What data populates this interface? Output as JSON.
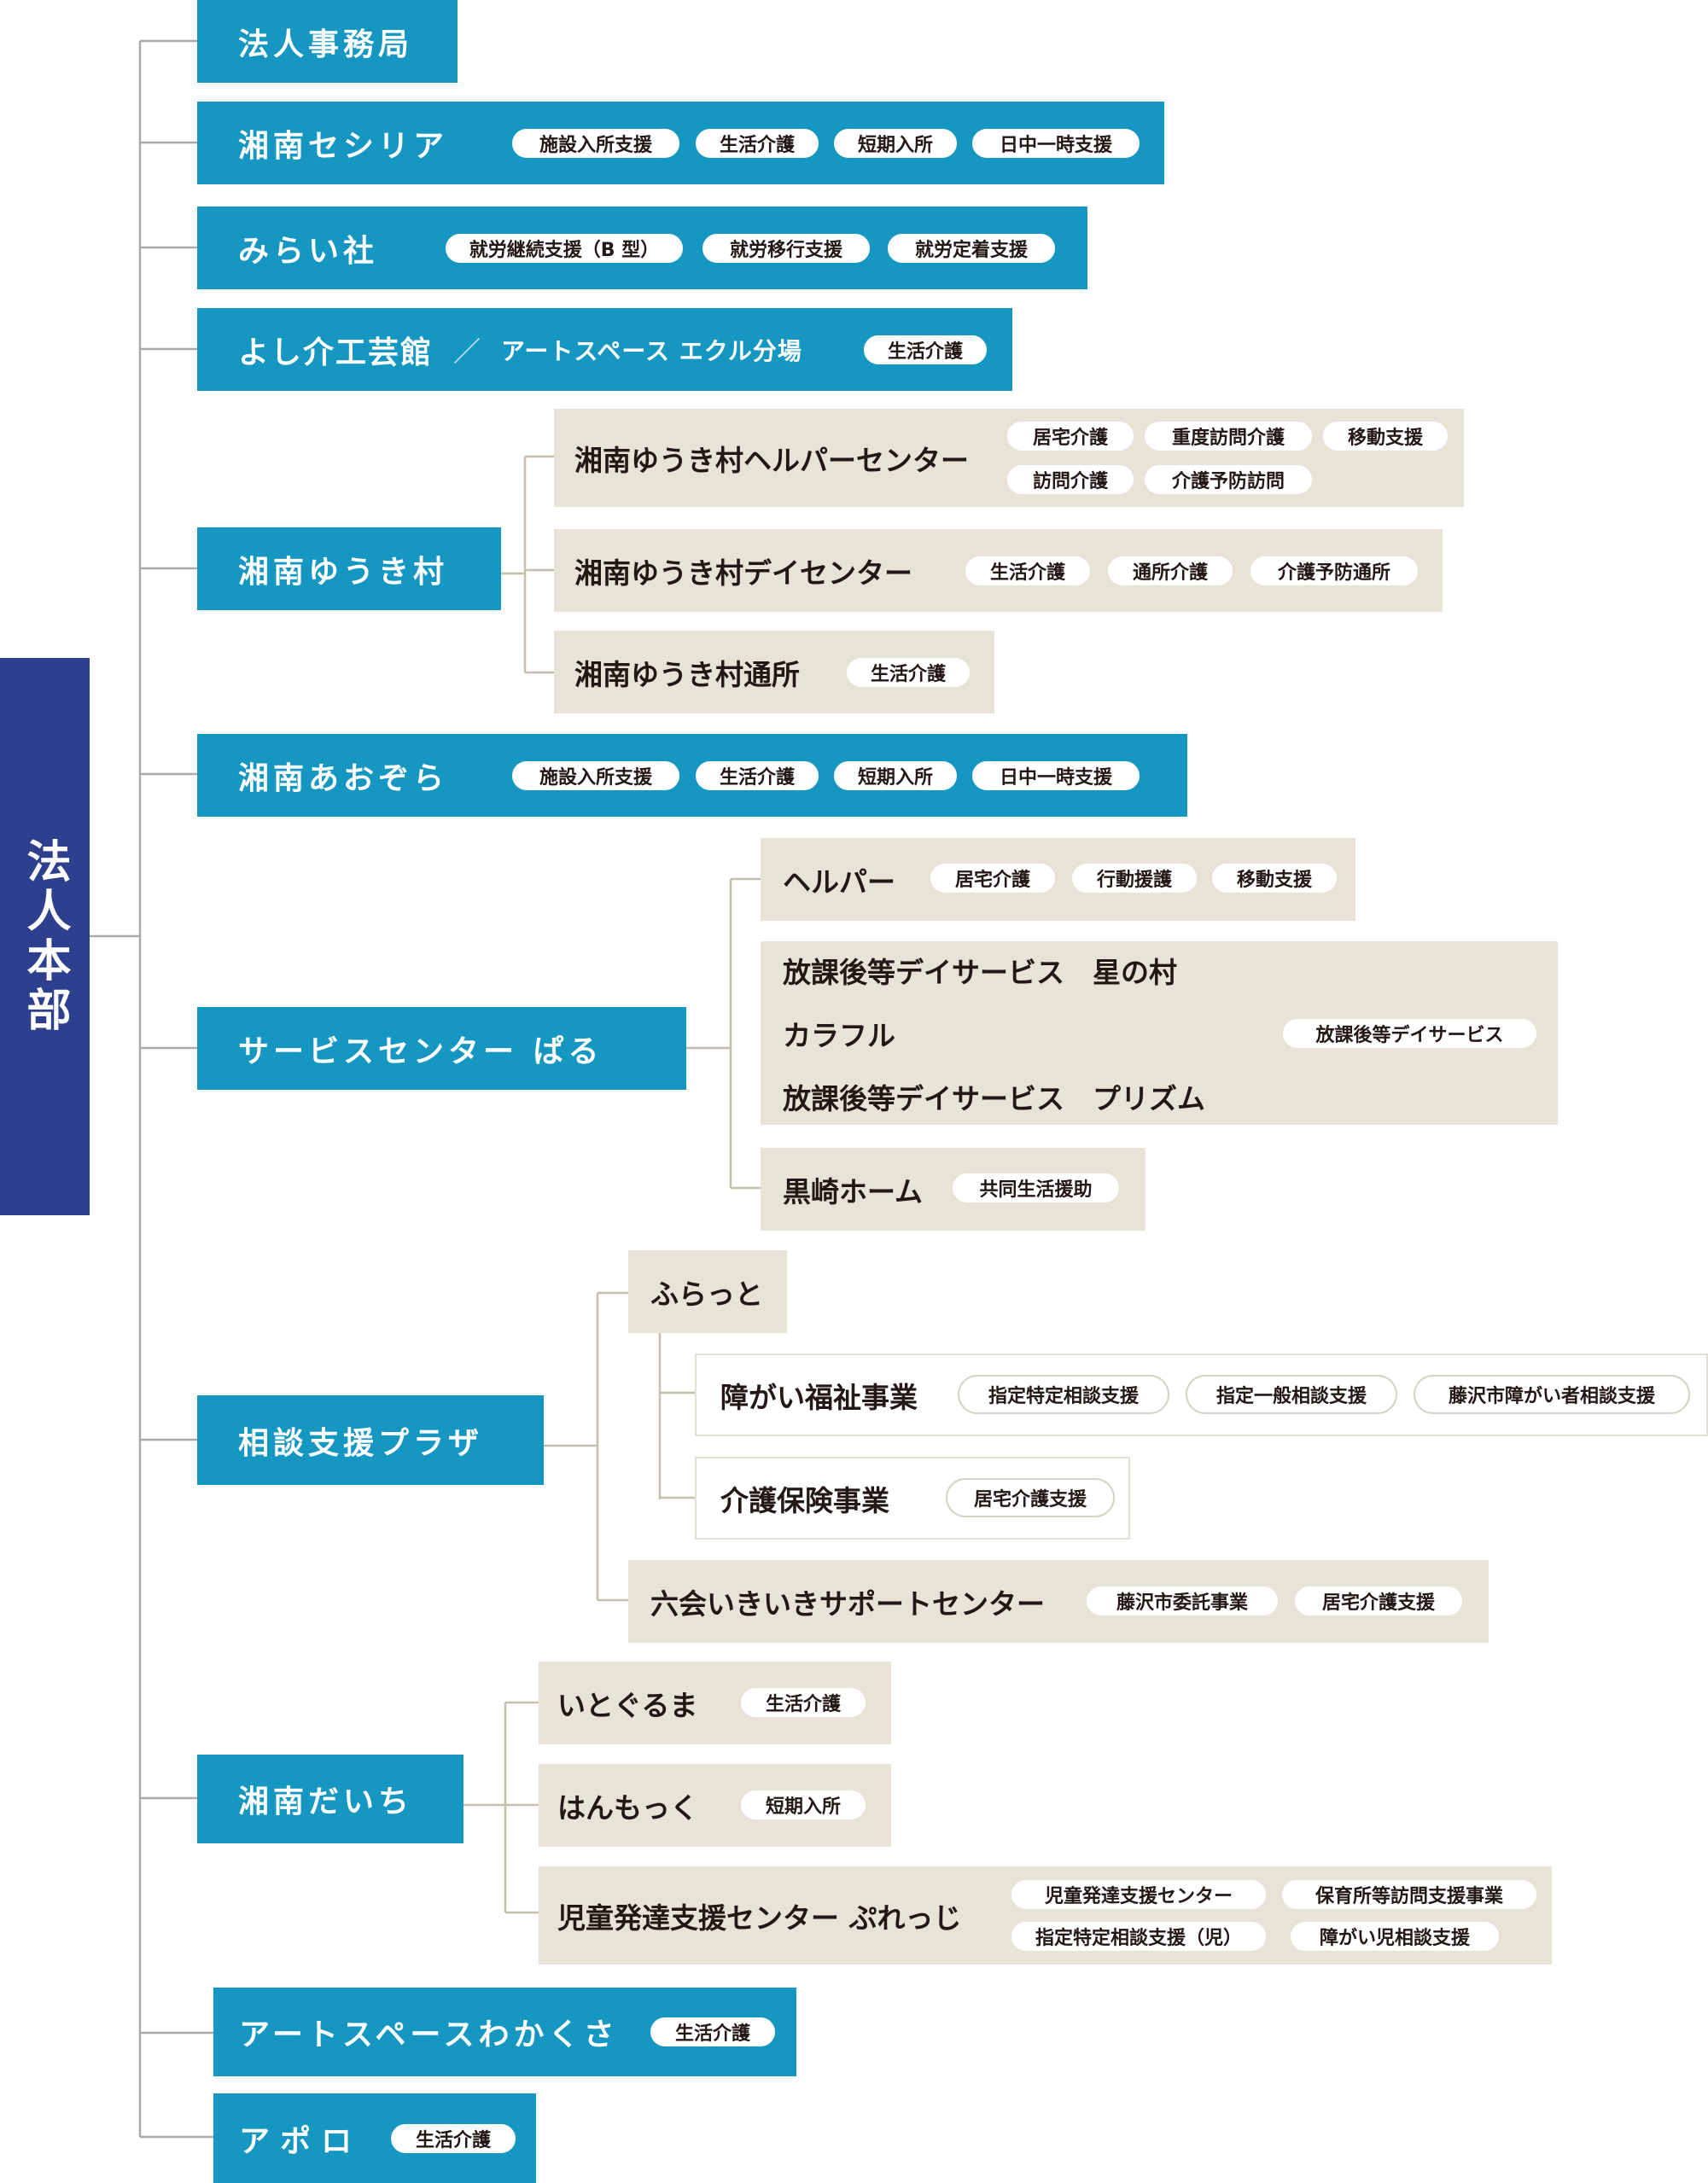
{
  "headquarters": "法人本部",
  "units": {
    "jimukyoku": {
      "name": "法人事務局"
    },
    "cecilia": {
      "name": "湘南セシリア",
      "tags": [
        "施設入所支援",
        "生活介護",
        "短期入所",
        "日中一時支援"
      ]
    },
    "miraisha": {
      "name": "みらい社",
      "tags": [
        "就労継続支援（B 型）",
        "就労移行支援",
        "就労定着支援"
      ]
    },
    "yoshikai": {
      "name": "よし介工芸館",
      "separator": "／",
      "sub": "アートスペース エクル分場",
      "tags": [
        "生活介護"
      ]
    },
    "yukimura": {
      "name": "湘南ゆうき村",
      "children": {
        "helper": {
          "name": "湘南ゆうき村ヘルパーセンター",
          "tags": [
            "居宅介護",
            "重度訪問介護",
            "移動支援",
            "訪問介護",
            "介護予防訪問"
          ]
        },
        "day": {
          "name": "湘南ゆうき村デイセンター",
          "tags": [
            "生活介護",
            "通所介護",
            "介護予防通所"
          ]
        },
        "tsusho": {
          "name": "湘南ゆうき村通所",
          "tags": [
            "生活介護"
          ]
        }
      }
    },
    "aozora": {
      "name": "湘南あおぞら",
      "tags": [
        "施設入所支援",
        "生活介護",
        "短期入所",
        "日中一時支援"
      ]
    },
    "paru": {
      "name": "サービスセンター ぱる",
      "children": {
        "helper": {
          "name": "ヘルパー",
          "tags": [
            "居宅介護",
            "行動援護",
            "移動支援"
          ]
        },
        "afterschool": {
          "lines": [
            "放課後等デイサービス　星の村",
            "カラフル",
            "放課後等デイサービス　プリズム"
          ],
          "tags": [
            "放課後等デイサービス"
          ]
        },
        "kurosaki": {
          "name": "黒崎ホーム",
          "tags": [
            "共同生活援助"
          ]
        }
      }
    },
    "plaza": {
      "name": "相談支援プラザ",
      "children": {
        "furatto": {
          "name": "ふらっと",
          "children": {
            "fukushi": {
              "name": "障がい福祉事業",
              "tags": [
                "指定特定相談支援",
                "指定一般相談支援",
                "藤沢市障がい者相談支援"
              ]
            },
            "kaigo": {
              "name": "介護保険事業",
              "tags": [
                "居宅介護支援"
              ]
            }
          }
        },
        "mutsuai": {
          "name": "六会いきいきサポートセンター",
          "tags": [
            "藤沢市委託事業",
            "居宅介護支援"
          ]
        }
      }
    },
    "daichi": {
      "name": "湘南だいち",
      "children": {
        "itoguruma": {
          "name": "いとぐるま",
          "tags": [
            "生活介護"
          ]
        },
        "hanmokku": {
          "name": "はんもっく",
          "tags": [
            "短期入所"
          ]
        },
        "purejji": {
          "name": "児童発達支援センター ぷれっじ",
          "tags": [
            "児童発達支援センター",
            "保育所等訪問支援事業",
            "指定特定相談支援（児）",
            "障がい児相談支援"
          ]
        }
      }
    },
    "wakakusa": {
      "name": "アートスペースわかくさ",
      "tags": [
        "生活介護"
      ]
    },
    "apollo": {
      "name": "アポロ",
      "tags": [
        "生活介護"
      ]
    }
  }
}
